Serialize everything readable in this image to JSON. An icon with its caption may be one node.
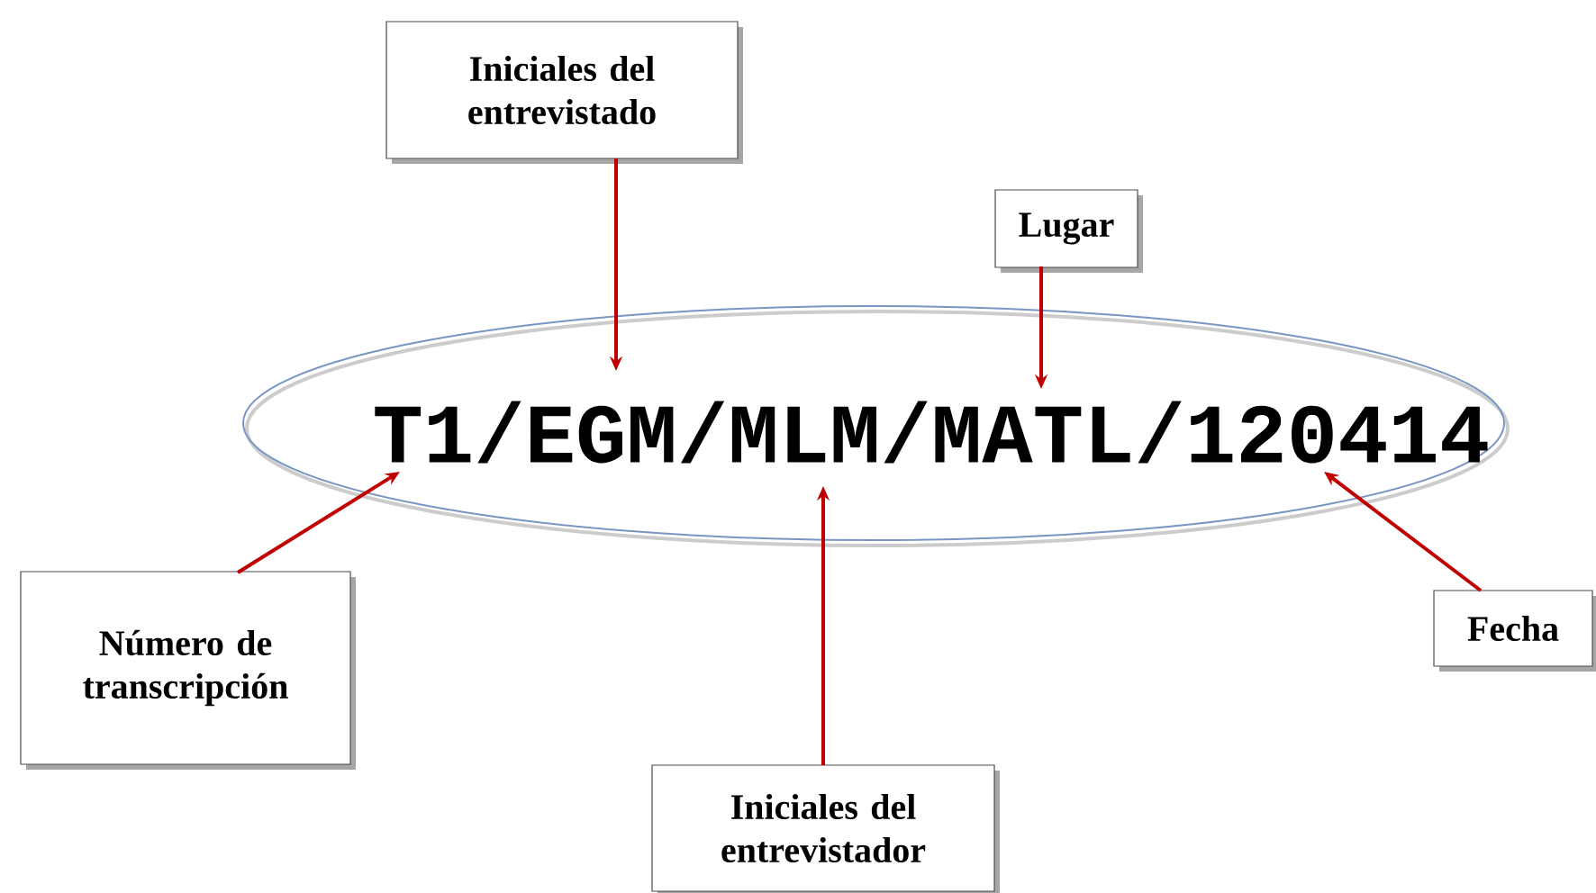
{
  "diagram": {
    "nodes": [
      {
        "text": [
          "T1/EGM/MLM/MATL/120414"
        ]
      },
      {
        "text": [
          "Iniciales del entrevistado"
        ]
      },
      {
        "text": [
          "Lugar"
        ]
      },
      {
        "text": [
          "Número de transcripción"
        ]
      },
      {
        "text": [
          "Iniciales del entrevistador"
        ]
      },
      {
        "text": [
          "Fecha"
        ]
      }
    ],
    "edges": [
      {
        "from": 1,
        "to": 0,
        "arrow": "to"
      },
      {
        "from": 2,
        "to": 0,
        "arrow": "to"
      },
      {
        "from": 3,
        "to": 0,
        "arrow": "to"
      },
      {
        "from": 4,
        "to": 0,
        "arrow": "to"
      },
      {
        "from": 5,
        "to": 0,
        "arrow": "to"
      }
    ]
  }
}
